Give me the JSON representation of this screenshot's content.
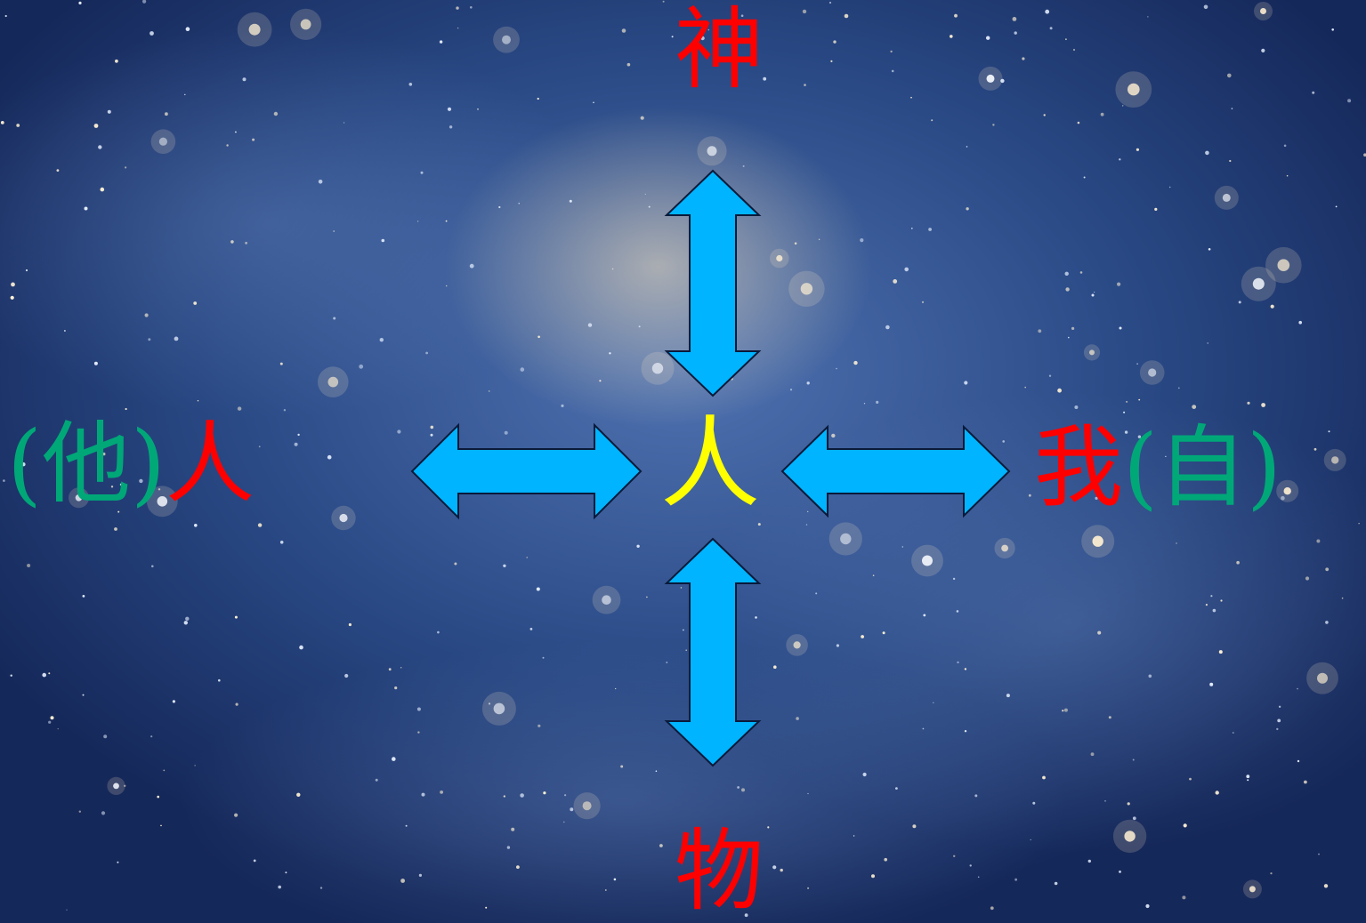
{
  "colors": {
    "accent_red": "#ff0000",
    "accent_green": "#00a878",
    "accent_yellow": "#ffff00",
    "arrow_fill": "#00b4ff",
    "arrow_stroke": "#0a1a3a",
    "background": "#1b3366"
  },
  "diagram": {
    "top": "神",
    "bottom": "物",
    "center": "人",
    "left": {
      "paren_open": "(",
      "inner": "他",
      "paren_close": ")",
      "word": "人"
    },
    "right": {
      "word": "我",
      "paren_open": "(",
      "inner": "自",
      "paren_close": ")"
    },
    "arrows": [
      "up-down-arrow",
      "up-down-arrow",
      "left-right-arrow",
      "left-right-arrow"
    ]
  }
}
